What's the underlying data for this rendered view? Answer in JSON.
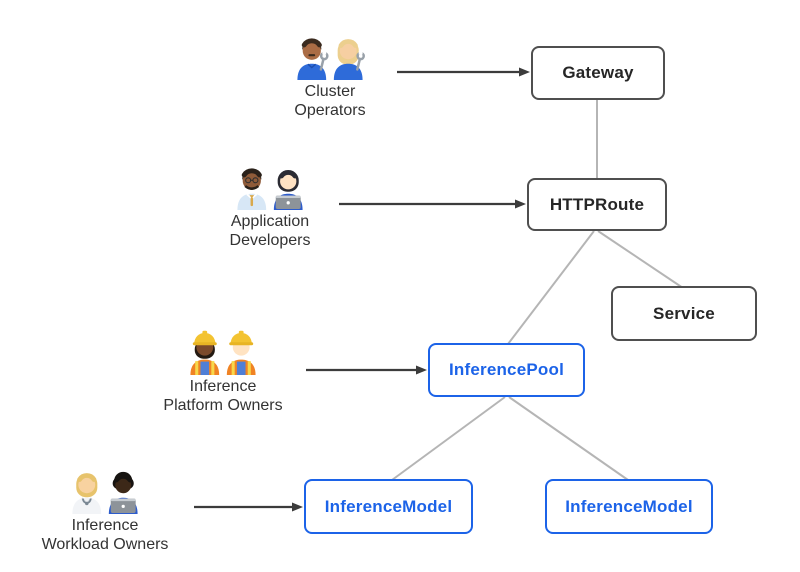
{
  "diagram": {
    "colors": {
      "core_border": "#4f4f4f",
      "core_text": "#262626",
      "extension_blue": "#1c63e8",
      "edge_line": "#b5b5b5",
      "arrow": "#3c3c3c",
      "label_text": "#333333",
      "background": "#ffffff"
    },
    "personas": [
      {
        "id": "cluster-operators",
        "label_lines": [
          "Cluster",
          "Operators"
        ],
        "emoji": "👨🏽‍🔧 👩🏼‍🔧",
        "icons": [
          "man-mechanic",
          "woman-mechanic"
        ],
        "arrow_to": "Gateway"
      },
      {
        "id": "application-developers",
        "label_lines": [
          "Application",
          "Developers"
        ],
        "emoji": "👨🏾‍💼 👩🏻‍💻",
        "icons": [
          "man-office-worker",
          "woman-technologist"
        ],
        "arrow_to": "HTTPRoute"
      },
      {
        "id": "inference-platform-owners",
        "label_lines": [
          "Inference",
          "Platform Owners"
        ],
        "emoji": "👷🏾‍♀️ 👷🏻",
        "icons": [
          "woman-construction-worker",
          "man-construction-worker"
        ],
        "arrow_to": "InferencePool"
      },
      {
        "id": "inference-workload-owners",
        "label_lines": [
          "Inference",
          "Workload Owners"
        ],
        "emoji": "🧑🏼‍⚕️ 👨🏿‍💻",
        "icons": [
          "person-health-worker",
          "man-technologist"
        ],
        "arrow_to": "InferenceModel"
      }
    ],
    "nodes": [
      {
        "id": "gateway",
        "label": "Gateway",
        "variant": "core"
      },
      {
        "id": "httproute",
        "label": "HTTPRoute",
        "variant": "core"
      },
      {
        "id": "service",
        "label": "Service",
        "variant": "core"
      },
      {
        "id": "inferencepool",
        "label": "InferencePool",
        "variant": "extension"
      },
      {
        "id": "inferencemodel-1",
        "label": "InferenceModel",
        "variant": "extension"
      },
      {
        "id": "inferencemodel-2",
        "label": "InferenceModel",
        "variant": "extension"
      }
    ],
    "edges": [
      {
        "from": "Gateway",
        "to": "HTTPRoute"
      },
      {
        "from": "HTTPRoute",
        "to": "Service"
      },
      {
        "from": "HTTPRoute",
        "to": "InferencePool"
      },
      {
        "from": "InferencePool",
        "to": "InferenceModel"
      },
      {
        "from": "InferencePool",
        "to": "InferenceModel"
      }
    ]
  }
}
